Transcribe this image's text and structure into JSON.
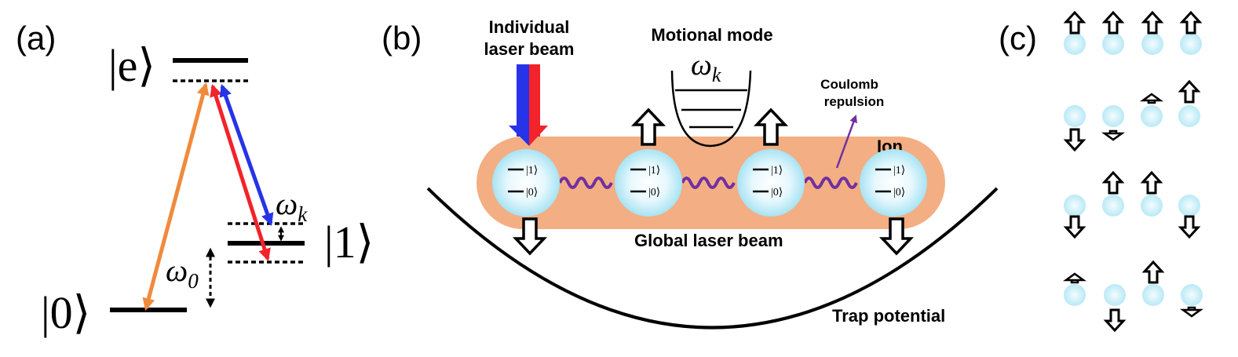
{
  "panel_a": {
    "tag": "(a)",
    "excited_label": "|e⟩",
    "one_label": "|1⟩",
    "zero_label": "|0⟩",
    "omega_k": "ω",
    "omega_k_sub": "k",
    "omega_0": "ω",
    "omega_0_sub": "0"
  },
  "panel_b": {
    "tag": "(b)",
    "individual_beam_line1": "Individual",
    "individual_beam_line2": "laser beam",
    "motional_mode": "Motional mode",
    "omega_k": "ω",
    "omega_k_sub": "k",
    "coulomb_line1": "Coulomb",
    "coulomb_line2": "repulsion",
    "ion_label": "Ion",
    "global_beam": "Global laser beam",
    "trap_potential": "Trap potential",
    "ion_state_1": "|1⟩",
    "ion_state_0": "|0⟩"
  },
  "panel_c": {
    "tag": "(c)"
  },
  "colors": {
    "orange": "#f08a3c",
    "red": "#f2232a",
    "blue": "#2633e8",
    "purple": "#7030a0",
    "chain": "#f3ae83",
    "ion_glow": "#a8e3f3"
  }
}
